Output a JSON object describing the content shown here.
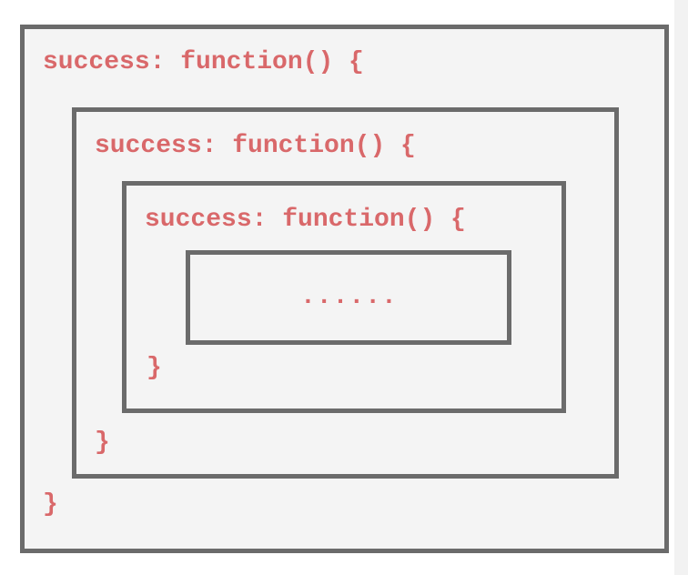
{
  "levels": [
    {
      "opening": "success: function() {",
      "closing": "}"
    },
    {
      "opening": "success: function() {",
      "closing": "}"
    },
    {
      "opening": "success: function() {",
      "closing": "}"
    }
  ],
  "innermost_content": "......",
  "colors": {
    "code_text": "#d9686a",
    "box_border": "#6b6b6b",
    "box_fill": "#f4f4f4"
  }
}
